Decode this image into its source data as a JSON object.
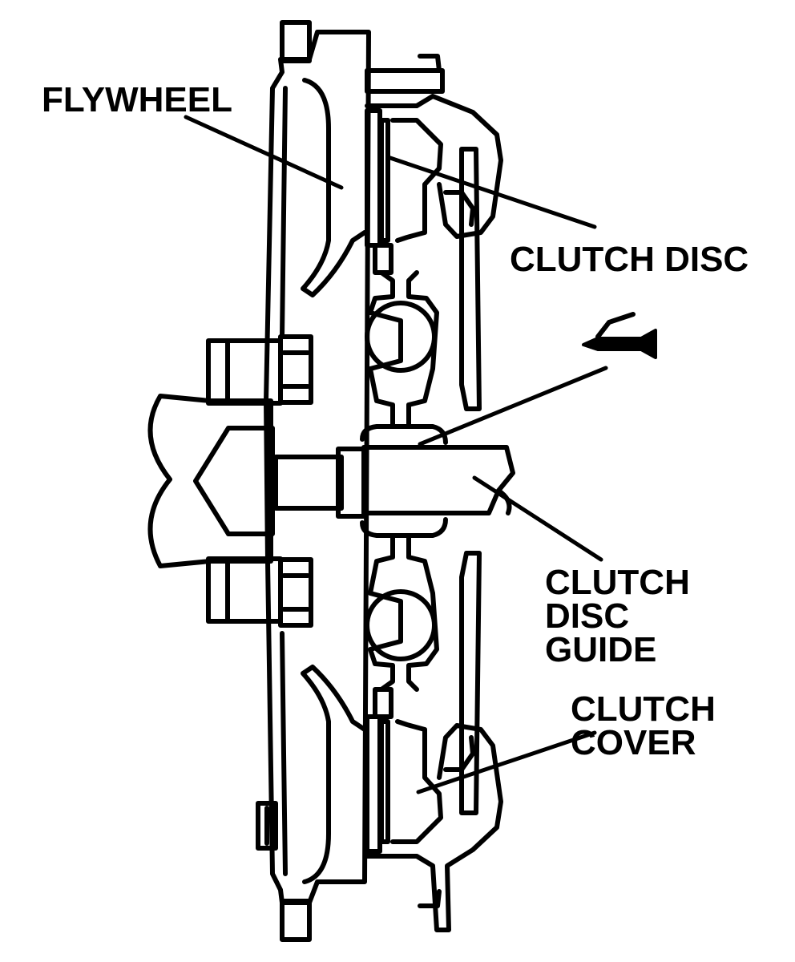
{
  "labels": {
    "flywheel": "FLYWHEEL",
    "clutch_disc": "CLUTCH DISC",
    "clutch_disc_guide": [
      "CLUTCH",
      "DISC",
      "GUIDE"
    ],
    "clutch_cover": [
      "CLUTCH",
      "COVER"
    ]
  },
  "icons": {
    "grease_gun": "grease-gun-icon"
  },
  "colors": {
    "ink": "#000000",
    "paper": "#ffffff"
  }
}
